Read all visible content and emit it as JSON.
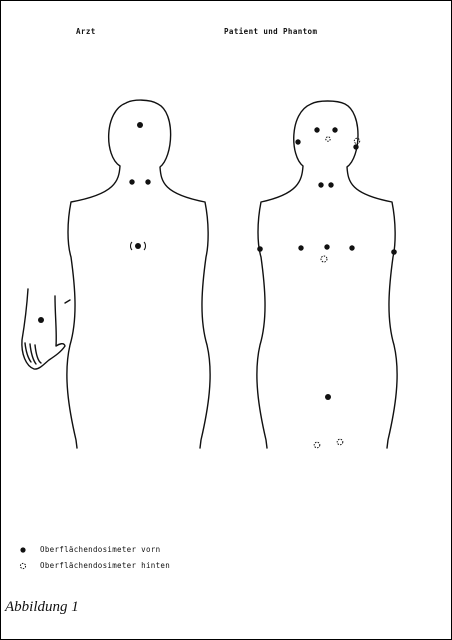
{
  "headings": {
    "left": "Arzt",
    "right": "Patient und Phantom"
  },
  "legend": {
    "front_label": "Oberflächendosimeter vorn",
    "back_label": "Oberflächendosimeter hinten"
  },
  "caption": "Abbildung 1",
  "colors": {
    "ink": "#111111",
    "background": "#ffffff"
  }
}
